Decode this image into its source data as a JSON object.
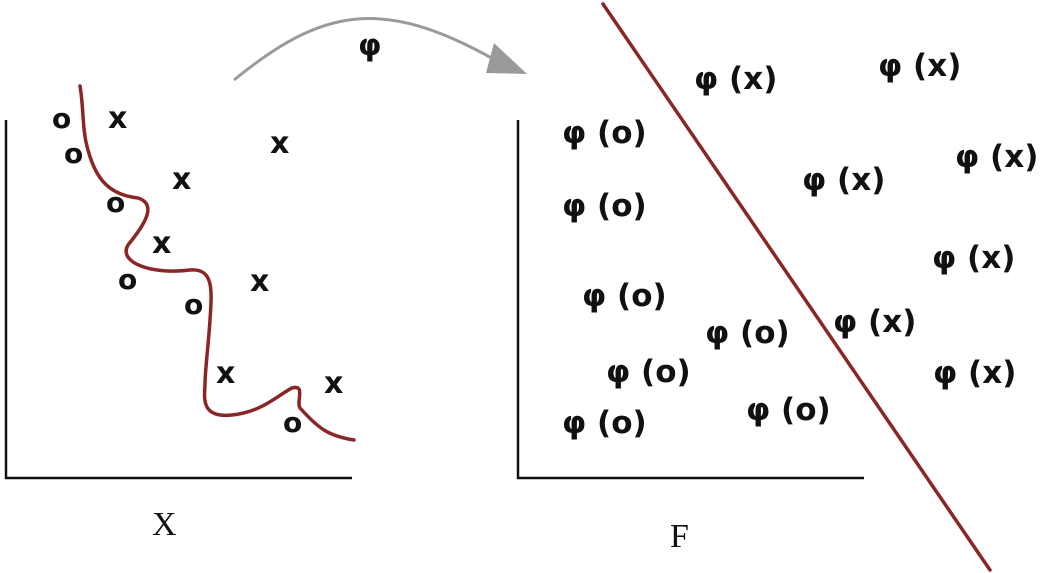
{
  "colors": {
    "boundary": "#8b2626",
    "arrow": "#9a9a9a",
    "ink": "#111111"
  },
  "mapping": {
    "label": "φ"
  },
  "input_space": {
    "axis_label": "X",
    "symbols": [
      "o",
      "x",
      "o",
      "x",
      "o",
      "x",
      "x",
      "o",
      "x",
      "o",
      "x",
      "x",
      "o"
    ]
  },
  "feature_space": {
    "axis_label": "F",
    "symbols": [
      "φ (x)",
      "φ (x)",
      "φ (o)",
      "φ (x)",
      "φ (x)",
      "φ (o)",
      "φ (x)",
      "φ (o)",
      "φ (o)",
      "φ (x)",
      "φ (o)",
      "φ (x)",
      "φ (o)",
      "φ (o)"
    ]
  }
}
